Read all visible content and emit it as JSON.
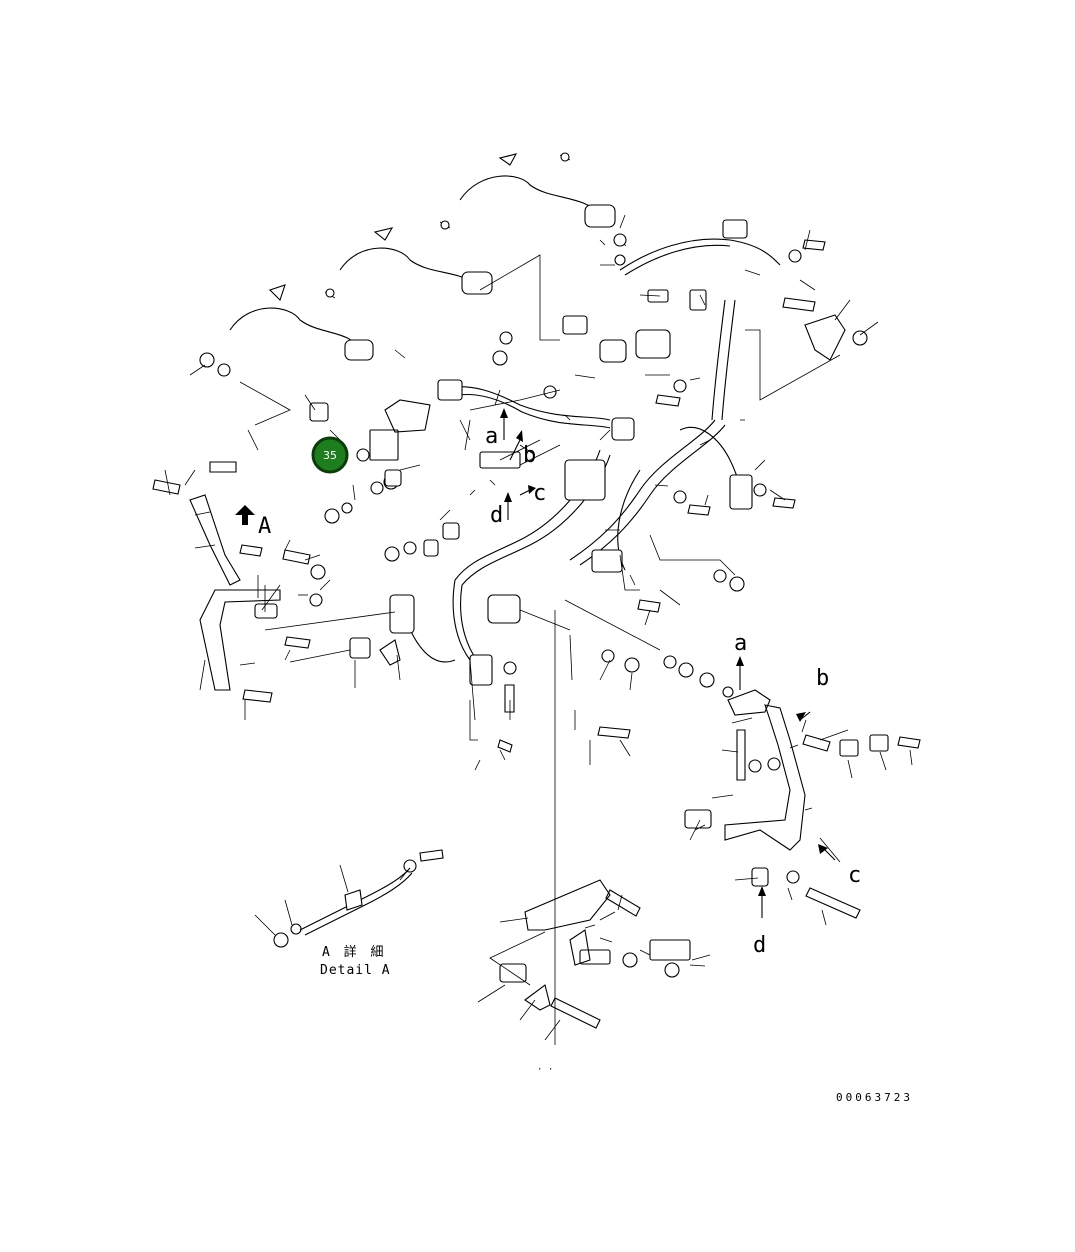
{
  "callout": {
    "number": "35",
    "color": "#1e7d1e",
    "ring": "#0a3d0a"
  },
  "view_letters": {
    "a": "a",
    "b": "b",
    "c": "c",
    "d": "d",
    "A": "A"
  },
  "detail": {
    "jp": "A 詳 細",
    "en": "Detail A"
  },
  "drawing_number": "00063723",
  "footer_mark": "· ·"
}
